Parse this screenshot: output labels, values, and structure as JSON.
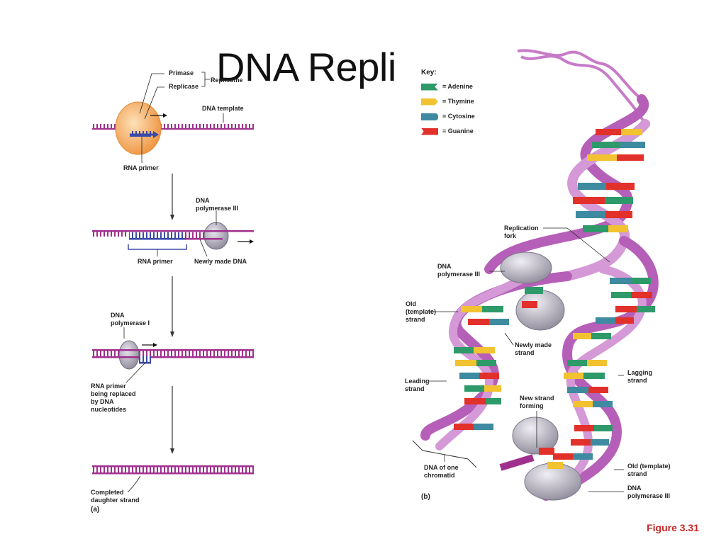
{
  "slide": {
    "title": "DNA Repli",
    "figure_caption": "Figure 3.31"
  },
  "panel_a": {
    "tag": "(a)",
    "labels": {
      "primase": "Primase",
      "replicase": "Replicase",
      "replisome": "Replisome",
      "dna_template": "DNA template",
      "rna_primer_1": "RNA primer",
      "dna_pol_iii": "DNA\npolymerase III",
      "rna_primer_2": "RNA primer",
      "newly_made_dna": "Newly made DNA",
      "dna_pol_i": "DNA\npolymerase I",
      "primer_replaced": "RNA primer\nbeing replaced\nby DNA\nnucleotides",
      "completed": "Completed\ndaughter strand"
    }
  },
  "panel_b": {
    "tag": "(b)",
    "key": {
      "title": "Key:",
      "items": [
        {
          "label": "= Adenine",
          "color": "#2e9a6a"
        },
        {
          "label": "= Thymine",
          "color": "#f2c230"
        },
        {
          "label": "= Cytosine",
          "color": "#3e8aa0"
        },
        {
          "label": "= Guanine",
          "color": "#e2312a"
        }
      ]
    },
    "labels": {
      "replication_fork": "Replication\nfork",
      "dna_pol_iii_top": "DNA\npolymerase III",
      "old_template_left": "Old\n(template)\nstrand",
      "newly_made_strand": "Newly made\nstrand",
      "leading_strand": "Leading\nstrand",
      "lagging_strand": "Lagging\nstrand",
      "new_strand_forming": "New strand\nforming",
      "chromatid": "DNA of one\nchromatid",
      "old_template_right": "Old (template)\nstrand",
      "dna_pol_iii_bottom": "DNA\npolymerase III"
    }
  },
  "colors": {
    "strand": "#a0308e",
    "primer": "#3a4aa8",
    "replisome": "#f2a65a",
    "enzyme": "#a7a3b0",
    "helix_light": "#d6a0d6",
    "helix_dark": "#a454a8",
    "caption": "#c62828"
  }
}
